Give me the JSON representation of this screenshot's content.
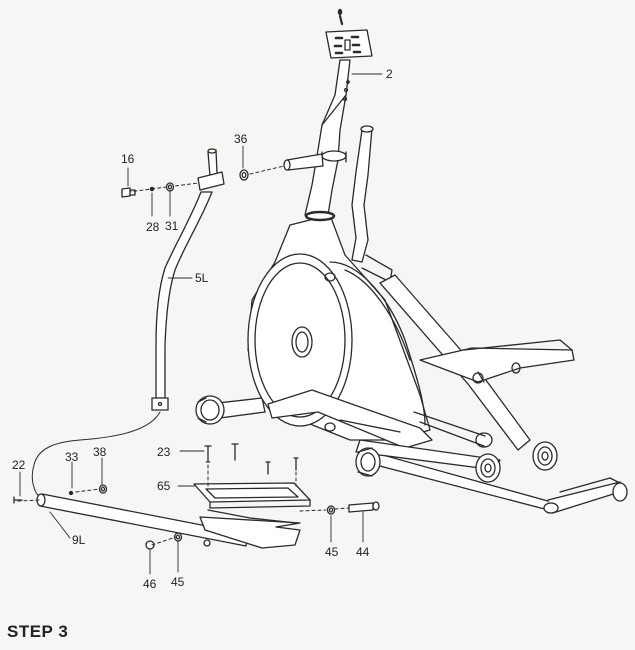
{
  "step_title": "STEP 3",
  "callouts": {
    "c2": "2",
    "c16": "16",
    "c28": "28",
    "c31": "31",
    "c36": "36",
    "c5l": "5L",
    "c22": "22",
    "c33": "33",
    "c38": "38",
    "c9l": "9L",
    "c23": "23",
    "c65": "65",
    "c45a": "45",
    "c44": "44",
    "c46": "46",
    "c45b": "45"
  },
  "colors": {
    "line": "#2a2a2a",
    "background": "#f6f6f4",
    "fill": "#ffffff"
  }
}
